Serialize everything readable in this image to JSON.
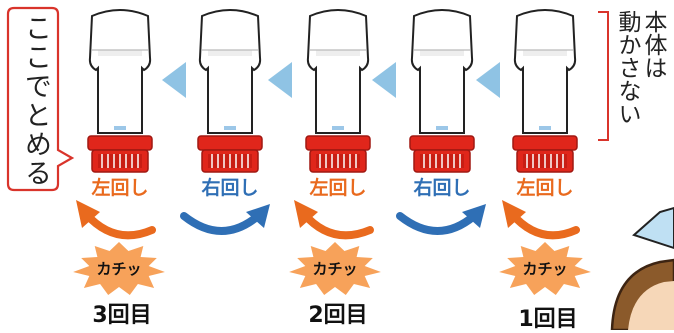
{
  "callout": {
    "text": "ここでとめる"
  },
  "side_note": {
    "line1": "本体は",
    "line2": "動かさない"
  },
  "steps": [
    {
      "turn": "左回し",
      "direction": "left"
    },
    {
      "turn": "右回し",
      "direction": "right"
    },
    {
      "turn": "左回し",
      "direction": "left"
    },
    {
      "turn": "右回し",
      "direction": "right"
    },
    {
      "turn": "左回し",
      "direction": "left"
    }
  ],
  "clicks": [
    {
      "sound": "カチッ",
      "count": "3回目"
    },
    {
      "sound": "カチッ",
      "count": "2回目"
    },
    {
      "sound": "カチッ",
      "count": "1回目"
    }
  ],
  "colors": {
    "left_turn": "#e96a1e",
    "right_turn": "#2f6fb5",
    "cap_red": "#e0261b",
    "burst_orange": "#f7a25a",
    "progress_triangle": "#8fc3e4",
    "callout_border": "#d9342b"
  }
}
